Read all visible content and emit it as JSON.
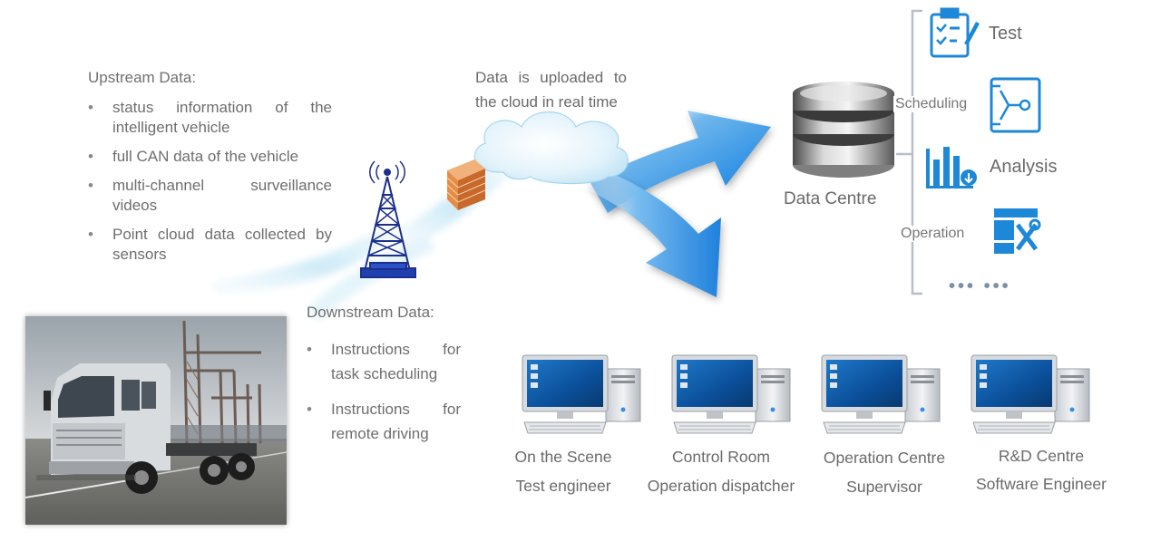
{
  "upstream": {
    "title": "Upstream Data:",
    "items": [
      "status information of the intelligent vehicle",
      "full CAN data of the vehicle",
      "multi-channel surveillance videos",
      "Point cloud data collected by sensors"
    ]
  },
  "downstream": {
    "title": "Downstream Data:",
    "items": [
      "Instructions for task scheduling",
      "Instructions for remote driving"
    ]
  },
  "cloud_text": "Data is uploaded to the cloud in real time",
  "data_centre": {
    "label": "Data Centre",
    "side_labels": {
      "scheduling": "Scheduling",
      "operation": "Operation"
    },
    "functions": {
      "test": "Test",
      "analysis": "Analysis"
    },
    "more": "••• •••"
  },
  "stations": [
    {
      "location": "On the Scene",
      "role": "Test engineer"
    },
    {
      "location": "Control Room",
      "role": "Operation dispatcher"
    },
    {
      "location": "Operation Centre",
      "role": "Supervisor"
    },
    {
      "location": "R&D Centre",
      "role": "Software Engineer"
    }
  ],
  "colors": {
    "accent_blue": "#2b8fe0",
    "icon_blue": "#1e88d8",
    "text_gray": "#6a6a6a",
    "bracket_gray": "#b8bfc8",
    "firewall_orange": "#e08a3c"
  }
}
